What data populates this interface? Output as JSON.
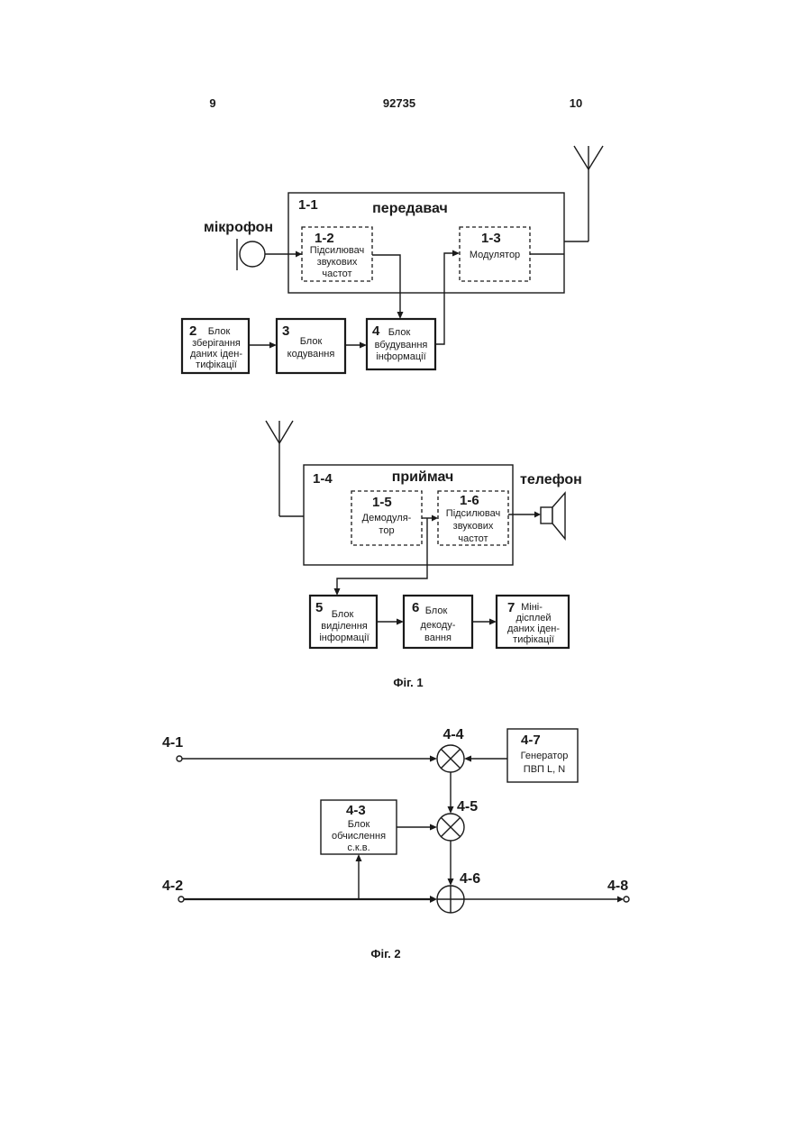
{
  "header": {
    "page_left": "9",
    "doc_number": "92735",
    "page_right": "10"
  },
  "fig1": {
    "transmitter": {
      "id": "1-1",
      "title": "передавач",
      "amp": {
        "id": "1-2",
        "lines": [
          "Підсилювач",
          "звукових",
          "частот"
        ]
      },
      "mod": {
        "id": "1-3",
        "lines": [
          "Модулятор"
        ]
      }
    },
    "microphone": "мікрофон",
    "blocks_top": [
      {
        "id": "2",
        "lines": [
          "Блок",
          "зберігання",
          "даних іден-",
          "тифікації"
        ]
      },
      {
        "id": "3",
        "lines": [
          "Блок",
          "кодування"
        ]
      },
      {
        "id": "4",
        "lines": [
          "Блок",
          "вбудування",
          "інформації"
        ]
      }
    ],
    "receiver": {
      "id": "1-4",
      "title": "приймач",
      "demod": {
        "id": "1-5",
        "lines": [
          "Демодуля-",
          "тор"
        ]
      },
      "amp": {
        "id": "1-6",
        "lines": [
          "Підсилювач",
          "звукових",
          "частот"
        ]
      }
    },
    "phone": "телефон",
    "blocks_bottom": [
      {
        "id": "5",
        "lines": [
          "Блок",
          "виділення",
          "інформації"
        ]
      },
      {
        "id": "6",
        "lines": [
          "Блок",
          "декоду-",
          "вання"
        ]
      },
      {
        "id": "7",
        "lines": [
          "Міні-",
          "дісплей",
          "даних іден-",
          "тифікації"
        ]
      }
    ],
    "caption": "Фіг. 1"
  },
  "fig2": {
    "in1": "4-1",
    "in2": "4-2",
    "out": "4-8",
    "mult1": "4-4",
    "mult2": "4-5",
    "adder": "4-6",
    "calc": {
      "id": "4-3",
      "lines": [
        "Блок",
        "обчислення",
        "с.к.в."
      ]
    },
    "gen": {
      "id": "4-7",
      "lines": [
        "Генератор",
        "ПВП L, N"
      ]
    },
    "caption": "Фіг. 2"
  }
}
